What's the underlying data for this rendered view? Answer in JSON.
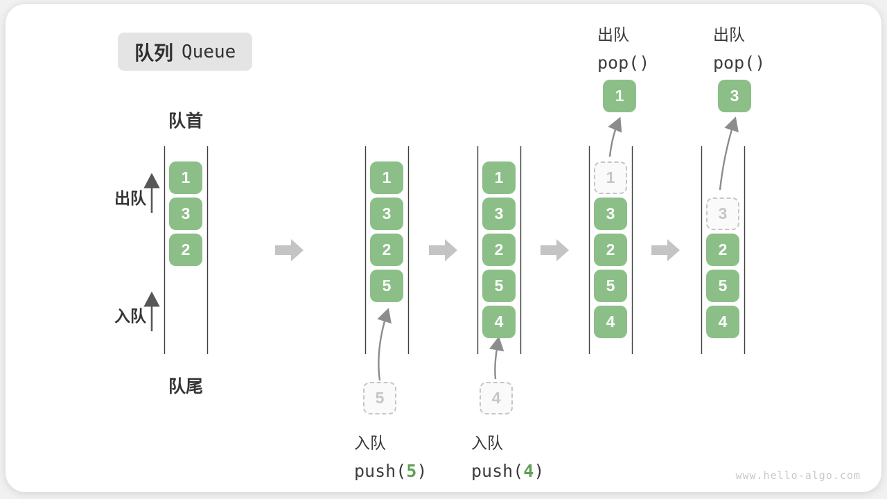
{
  "title": {
    "zh": "队列",
    "en": "Queue"
  },
  "labels": {
    "front": "队首",
    "rear": "队尾",
    "dequeue_side": "出队",
    "enqueue_side": "入队"
  },
  "colors": {
    "element_green": "#8cbf88",
    "arg_green": "#5fa155",
    "block_arrow_gray": "#c4c4c4",
    "ghost_gray": "#c6c6c6",
    "title_bg": "#e4e4e4",
    "text_dark": "#353535",
    "watermark_gray": "#c9c9c9"
  },
  "columns": [
    {
      "values": [
        "1",
        "3",
        "2"
      ]
    },
    {
      "values": [
        "1",
        "3",
        "2",
        "5"
      ],
      "incoming": "5"
    },
    {
      "values": [
        "1",
        "3",
        "2",
        "5",
        "4"
      ],
      "incoming": "4"
    },
    {
      "values": [
        "3",
        "2",
        "5",
        "4"
      ],
      "ghost": "1",
      "popped": "1"
    },
    {
      "values": [
        "2",
        "5",
        "4"
      ],
      "ghost": "3",
      "popped": "3"
    }
  ],
  "ops": {
    "push5": {
      "label": "入队",
      "pre": "push(",
      "arg": "5",
      "post": ")"
    },
    "push4": {
      "label": "入队",
      "pre": "push(",
      "arg": "4",
      "post": ")"
    },
    "pop1": {
      "label": "出队",
      "call": "pop()"
    },
    "pop2": {
      "label": "出队",
      "call": "pop()"
    }
  },
  "watermark": "www.hello-algo.com"
}
